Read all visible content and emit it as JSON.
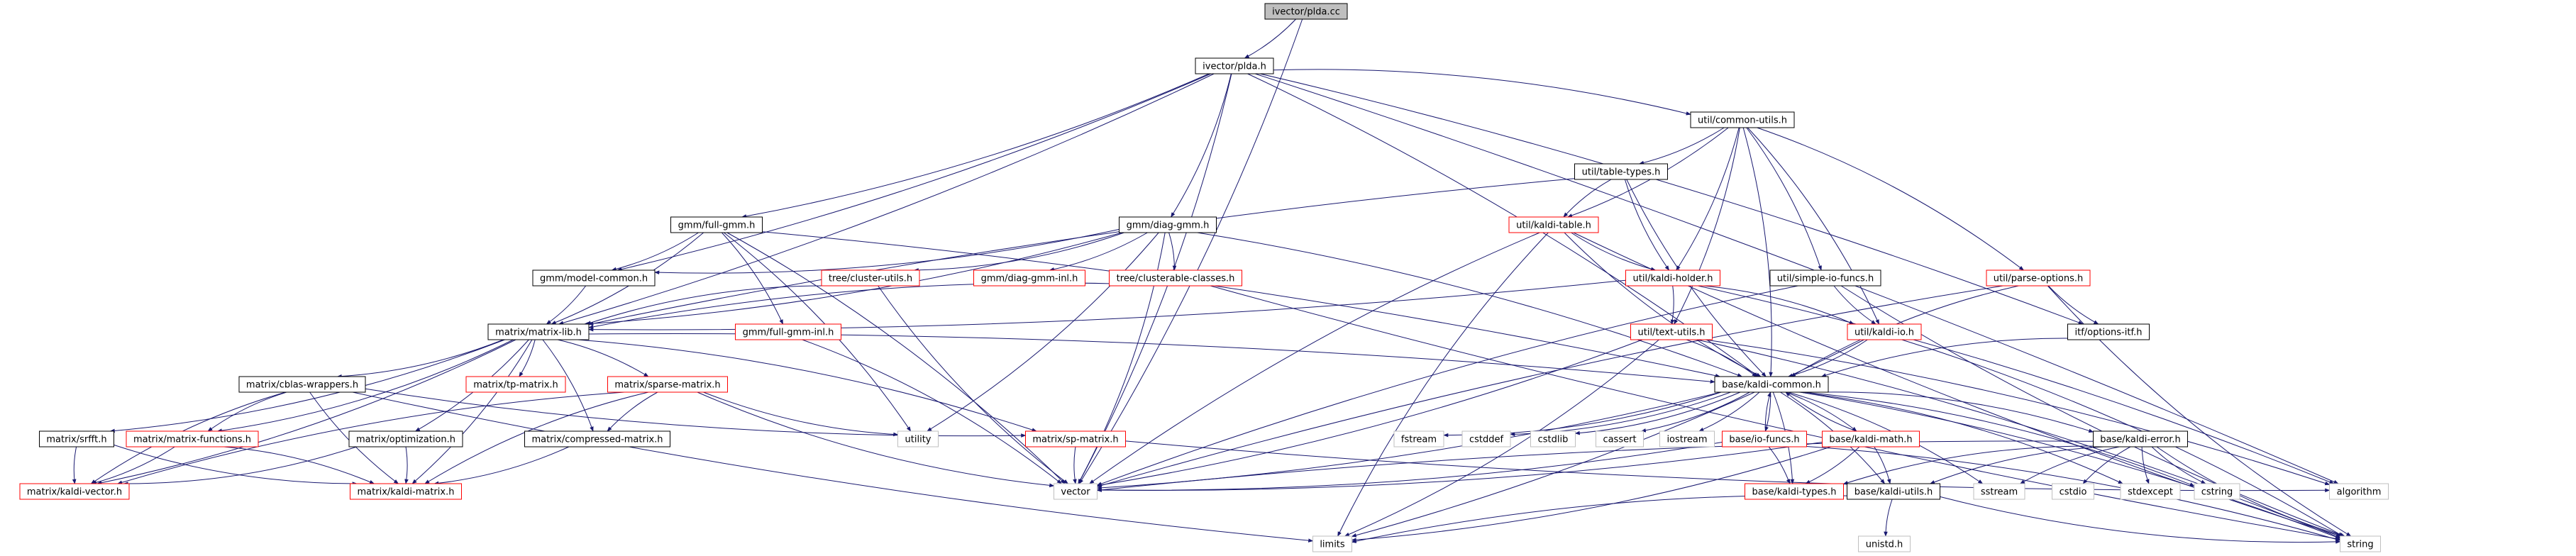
{
  "graph": {
    "colors": {
      "edge": "#191970",
      "internal_border": "#000000",
      "external_border": "#ff0000",
      "root_fill": "#bfbfbf",
      "leaf_border": "#bfbfbf",
      "text": "#000000"
    },
    "nodes": [
      {
        "id": "root",
        "label": "ivector/plda.cc",
        "kind": "root"
      },
      {
        "id": "plda_h",
        "label": "ivector/plda.h",
        "kind": "internal"
      },
      {
        "id": "common_utils",
        "label": "util/common-utils.h",
        "kind": "internal"
      },
      {
        "id": "table_types",
        "label": "util/table-types.h",
        "kind": "internal"
      },
      {
        "id": "kaldi_table",
        "label": "util/kaldi-table.h",
        "kind": "external"
      },
      {
        "id": "full_gmm",
        "label": "gmm/full-gmm.h",
        "kind": "internal"
      },
      {
        "id": "diag_gmm",
        "label": "gmm/diag-gmm.h",
        "kind": "internal"
      },
      {
        "id": "model_common",
        "label": "gmm/model-common.h",
        "kind": "internal"
      },
      {
        "id": "cluster_utils",
        "label": "tree/cluster-utils.h",
        "kind": "external"
      },
      {
        "id": "diag_gmm_inl",
        "label": "gmm/diag-gmm-inl.h",
        "kind": "external"
      },
      {
        "id": "clusterable",
        "label": "tree/clusterable-classes.h",
        "kind": "external"
      },
      {
        "id": "kaldi_holder",
        "label": "util/kaldi-holder.h",
        "kind": "external"
      },
      {
        "id": "simple_io",
        "label": "util/simple-io-funcs.h",
        "kind": "internal"
      },
      {
        "id": "parse_options",
        "label": "util/parse-options.h",
        "kind": "external"
      },
      {
        "id": "matrix_lib",
        "label": "matrix/matrix-lib.h",
        "kind": "internal"
      },
      {
        "id": "full_gmm_inl",
        "label": "gmm/full-gmm-inl.h",
        "kind": "external"
      },
      {
        "id": "text_utils",
        "label": "util/text-utils.h",
        "kind": "external"
      },
      {
        "id": "kaldi_io",
        "label": "util/kaldi-io.h",
        "kind": "external"
      },
      {
        "id": "options_itf",
        "label": "itf/options-itf.h",
        "kind": "internal"
      },
      {
        "id": "cblas",
        "label": "matrix/cblas-wrappers.h",
        "kind": "internal"
      },
      {
        "id": "tp_matrix",
        "label": "matrix/tp-matrix.h",
        "kind": "external"
      },
      {
        "id": "sparse_matrix",
        "label": "matrix/sparse-matrix.h",
        "kind": "external"
      },
      {
        "id": "kaldi_common",
        "label": "base/kaldi-common.h",
        "kind": "internal"
      },
      {
        "id": "srfft",
        "label": "matrix/srfft.h",
        "kind": "internal"
      },
      {
        "id": "matrix_functions",
        "label": "matrix/matrix-functions.h",
        "kind": "external"
      },
      {
        "id": "optimization",
        "label": "matrix/optimization.h",
        "kind": "internal"
      },
      {
        "id": "compressed",
        "label": "matrix/compressed-matrix.h",
        "kind": "internal"
      },
      {
        "id": "utility",
        "label": "utility",
        "kind": "leaf"
      },
      {
        "id": "sp_matrix",
        "label": "matrix/sp-matrix.h",
        "kind": "external"
      },
      {
        "id": "fstream",
        "label": "fstream",
        "kind": "leaf"
      },
      {
        "id": "cstddef",
        "label": "cstddef",
        "kind": "leaf"
      },
      {
        "id": "cstdlib",
        "label": "cstdlib",
        "kind": "leaf"
      },
      {
        "id": "cassert",
        "label": "cassert",
        "kind": "leaf"
      },
      {
        "id": "iostream",
        "label": "iostream",
        "kind": "leaf"
      },
      {
        "id": "io_funcs",
        "label": "base/io-funcs.h",
        "kind": "external"
      },
      {
        "id": "kaldi_math",
        "label": "base/kaldi-math.h",
        "kind": "external"
      },
      {
        "id": "kaldi_error",
        "label": "base/kaldi-error.h",
        "kind": "internal"
      },
      {
        "id": "kaldi_vector",
        "label": "matrix/kaldi-vector.h",
        "kind": "external"
      },
      {
        "id": "kaldi_matrix",
        "label": "matrix/kaldi-matrix.h",
        "kind": "external"
      },
      {
        "id": "vector",
        "label": "vector",
        "kind": "leaf"
      },
      {
        "id": "kaldi_types",
        "label": "base/kaldi-types.h",
        "kind": "external"
      },
      {
        "id": "kaldi_utils",
        "label": "base/kaldi-utils.h",
        "kind": "internal"
      },
      {
        "id": "sstream",
        "label": "sstream",
        "kind": "leaf"
      },
      {
        "id": "cstdio",
        "label": "cstdio",
        "kind": "leaf"
      },
      {
        "id": "stdexcept",
        "label": "stdexcept",
        "kind": "leaf"
      },
      {
        "id": "cstring",
        "label": "cstring",
        "kind": "leaf"
      },
      {
        "id": "algorithm",
        "label": "algorithm",
        "kind": "leaf"
      },
      {
        "id": "limits",
        "label": "limits",
        "kind": "leaf"
      },
      {
        "id": "unistd",
        "label": "unistd.h",
        "kind": "leaf"
      },
      {
        "id": "string",
        "label": "string",
        "kind": "leaf"
      }
    ],
    "edges": [
      [
        "root",
        "plda_h"
      ],
      [
        "root",
        "vector"
      ],
      [
        "plda_h",
        "common_utils"
      ],
      [
        "plda_h",
        "full_gmm"
      ],
      [
        "plda_h",
        "diag_gmm"
      ],
      [
        "plda_h",
        "model_common"
      ],
      [
        "plda_h",
        "matrix_lib"
      ],
      [
        "plda_h",
        "kaldi_common"
      ],
      [
        "plda_h",
        "options_itf"
      ],
      [
        "plda_h",
        "vector"
      ],
      [
        "plda_h",
        "algorithm"
      ],
      [
        "common_utils",
        "table_types"
      ],
      [
        "common_utils",
        "kaldi_table"
      ],
      [
        "common_utils",
        "kaldi_holder"
      ],
      [
        "common_utils",
        "simple_io"
      ],
      [
        "common_utils",
        "parse_options"
      ],
      [
        "common_utils",
        "kaldi_io"
      ],
      [
        "common_utils",
        "text_utils"
      ],
      [
        "common_utils",
        "kaldi_common"
      ],
      [
        "table_types",
        "kaldi_table"
      ],
      [
        "table_types",
        "kaldi_holder"
      ],
      [
        "table_types",
        "matrix_lib"
      ],
      [
        "table_types",
        "kaldi_common"
      ],
      [
        "kaldi_table",
        "kaldi_holder"
      ],
      [
        "kaldi_table",
        "kaldi_common"
      ],
      [
        "kaldi_table",
        "vector"
      ],
      [
        "kaldi_table",
        "string"
      ],
      [
        "kaldi_table",
        "limits"
      ],
      [
        "kaldi_holder",
        "kaldi_io"
      ],
      [
        "kaldi_holder",
        "text_utils"
      ],
      [
        "kaldi_holder",
        "matrix_lib"
      ],
      [
        "kaldi_holder",
        "algorithm"
      ],
      [
        "simple_io",
        "kaldi_io"
      ],
      [
        "simple_io",
        "vector"
      ],
      [
        "simple_io",
        "string"
      ],
      [
        "parse_options",
        "options_itf"
      ],
      [
        "parse_options",
        "kaldi_common"
      ],
      [
        "parse_options",
        "string"
      ],
      [
        "parse_options",
        "vector"
      ],
      [
        "kaldi_io",
        "kaldi_common"
      ],
      [
        "kaldi_io",
        "string"
      ],
      [
        "kaldi_io",
        "limits"
      ],
      [
        "text_utils",
        "kaldi_common"
      ],
      [
        "text_utils",
        "vector"
      ],
      [
        "text_utils",
        "string"
      ],
      [
        "text_utils",
        "algorithm"
      ],
      [
        "text_utils",
        "limits"
      ],
      [
        "options_itf",
        "kaldi_common"
      ],
      [
        "full_gmm",
        "model_common"
      ],
      [
        "full_gmm",
        "matrix_lib"
      ],
      [
        "full_gmm",
        "full_gmm_inl"
      ],
      [
        "full_gmm",
        "utility"
      ],
      [
        "full_gmm",
        "vector"
      ],
      [
        "full_gmm",
        "kaldi_common"
      ],
      [
        "diag_gmm",
        "model_common"
      ],
      [
        "diag_gmm",
        "cluster_utils"
      ],
      [
        "diag_gmm",
        "diag_gmm_inl"
      ],
      [
        "diag_gmm",
        "clusterable"
      ],
      [
        "diag_gmm",
        "matrix_lib"
      ],
      [
        "diag_gmm",
        "utility"
      ],
      [
        "diag_gmm",
        "vector"
      ],
      [
        "diag_gmm",
        "kaldi_common"
      ],
      [
        "model_common",
        "matrix_lib"
      ],
      [
        "cluster_utils",
        "matrix_lib"
      ],
      [
        "cluster_utils",
        "vector"
      ],
      [
        "clusterable",
        "matrix_lib"
      ],
      [
        "clusterable",
        "string"
      ],
      [
        "full_gmm_inl",
        "vector"
      ],
      [
        "matrix_lib",
        "cblas"
      ],
      [
        "matrix_lib",
        "tp_matrix"
      ],
      [
        "matrix_lib",
        "sparse_matrix"
      ],
      [
        "matrix_lib",
        "kaldi_common"
      ],
      [
        "matrix_lib",
        "srfft"
      ],
      [
        "matrix_lib",
        "matrix_functions"
      ],
      [
        "matrix_lib",
        "optimization"
      ],
      [
        "matrix_lib",
        "compressed"
      ],
      [
        "matrix_lib",
        "sp_matrix"
      ],
      [
        "matrix_lib",
        "kaldi_vector"
      ],
      [
        "matrix_lib",
        "kaldi_matrix"
      ],
      [
        "cblas",
        "limits"
      ],
      [
        "cblas",
        "sp_matrix"
      ],
      [
        "cblas",
        "kaldi_vector"
      ],
      [
        "cblas",
        "kaldi_matrix"
      ],
      [
        "cblas",
        "matrix_functions"
      ],
      [
        "sparse_matrix",
        "compressed"
      ],
      [
        "sparse_matrix",
        "kaldi_matrix"
      ],
      [
        "sparse_matrix",
        "kaldi_vector"
      ],
      [
        "sparse_matrix",
        "utility"
      ],
      [
        "sparse_matrix",
        "vector"
      ],
      [
        "srfft",
        "kaldi_vector"
      ],
      [
        "srfft",
        "kaldi_matrix"
      ],
      [
        "matrix_functions",
        "kaldi_vector"
      ],
      [
        "matrix_functions",
        "kaldi_matrix"
      ],
      [
        "optimization",
        "kaldi_matrix"
      ],
      [
        "optimization",
        "kaldi_vector"
      ],
      [
        "compressed",
        "kaldi_matrix"
      ],
      [
        "sp_matrix",
        "vector"
      ],
      [
        "sp_matrix",
        "algorithm"
      ],
      [
        "kaldi_common",
        "fstream"
      ],
      [
        "kaldi_common",
        "cstddef"
      ],
      [
        "kaldi_common",
        "cstdlib"
      ],
      [
        "kaldi_common",
        "cassert"
      ],
      [
        "kaldi_common",
        "iostream"
      ],
      [
        "kaldi_common",
        "io_funcs"
      ],
      [
        "kaldi_common",
        "kaldi_math"
      ],
      [
        "kaldi_common",
        "kaldi_error"
      ],
      [
        "kaldi_common",
        "kaldi_types"
      ],
      [
        "kaldi_common",
        "kaldi_utils"
      ],
      [
        "kaldi_common",
        "sstream"
      ],
      [
        "kaldi_common",
        "stdexcept"
      ],
      [
        "kaldi_common",
        "cstring"
      ],
      [
        "kaldi_common",
        "string"
      ],
      [
        "kaldi_common",
        "vector"
      ],
      [
        "io_funcs",
        "kaldi_common"
      ],
      [
        "io_funcs",
        "vector"
      ],
      [
        "io_funcs",
        "kaldi_types"
      ],
      [
        "io_funcs",
        "string"
      ],
      [
        "kaldi_math",
        "kaldi_common"
      ],
      [
        "kaldi_math",
        "limits"
      ],
      [
        "kaldi_math",
        "vector"
      ],
      [
        "kaldi_math",
        "kaldi_types"
      ],
      [
        "kaldi_math",
        "kaldi_utils"
      ],
      [
        "kaldi_error",
        "kaldi_types"
      ],
      [
        "kaldi_error",
        "kaldi_utils"
      ],
      [
        "kaldi_error",
        "sstream"
      ],
      [
        "kaldi_error",
        "cstdio"
      ],
      [
        "kaldi_error",
        "stdexcept"
      ],
      [
        "kaldi_error",
        "cstring"
      ],
      [
        "kaldi_error",
        "string"
      ],
      [
        "kaldi_error",
        "vector"
      ],
      [
        "kaldi_utils",
        "limits"
      ],
      [
        "kaldi_utils",
        "unistd"
      ],
      [
        "kaldi_utils",
        "string"
      ]
    ]
  }
}
